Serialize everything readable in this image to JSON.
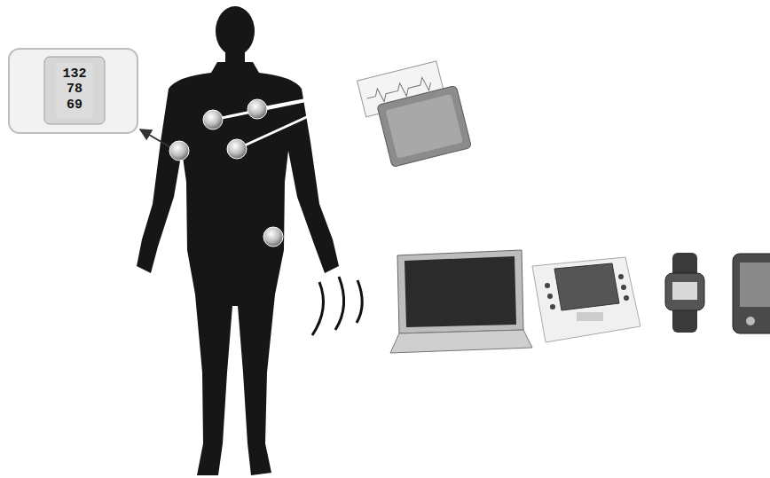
{
  "diagram": {
    "nodes": [
      {
        "text": [
          "132",
          "78",
          "69"
        ]
      }
    ]
  }
}
